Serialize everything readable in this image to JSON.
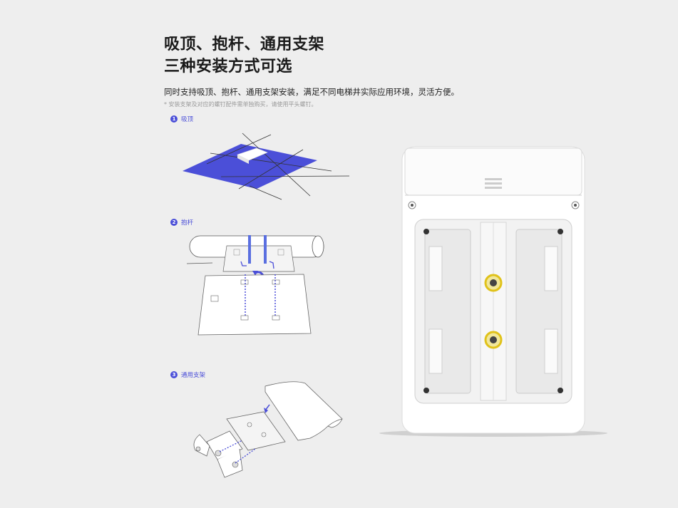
{
  "heading": {
    "line1": "吸顶、抱杆、通用支架",
    "line2": "三种安装方式可选"
  },
  "description": "同时支持吸顶、抱杆、通用支架安装，满足不同电梯井实际应用环境，灵活方便。",
  "note": "* 安装支架及对应的螺钉配件需单独购买，请使用平头螺钉。",
  "steps": [
    {
      "num": "1",
      "label": "吸顶"
    },
    {
      "num": "2",
      "label": "抱杆"
    },
    {
      "num": "3",
      "label": "通用支架"
    }
  ],
  "colors": {
    "accent": "#4b4fd8",
    "background": "#eeeeee",
    "device": "#ffffff",
    "screw_ring": "#e0c21a"
  }
}
